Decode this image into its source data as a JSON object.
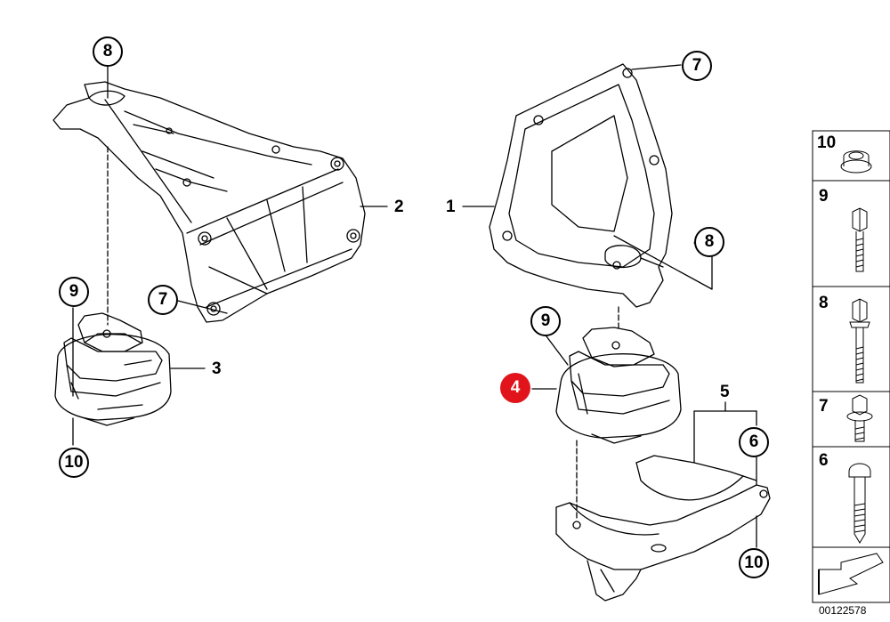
{
  "diagram": {
    "callouts": {
      "c8_left": "8",
      "c9_left": "9",
      "c10_left": "10",
      "c7_left": "7",
      "c3": "3",
      "c2": "2",
      "c1": "1",
      "c7_right": "7",
      "c8_right": "8",
      "c9_right": "9",
      "c4": "4",
      "c5": "5",
      "c6": "6",
      "c10_right": "10"
    },
    "highlight_color": "#e1141b"
  },
  "legend": {
    "items": [
      {
        "number": "10",
        "part": "nut-icon"
      },
      {
        "number": "9",
        "part": "hex-bolt-short-icon"
      },
      {
        "number": "8",
        "part": "hex-bolt-long-icon"
      },
      {
        "number": "7",
        "part": "flange-bolt-icon"
      },
      {
        "number": "6",
        "part": "round-head-bolt-icon"
      }
    ]
  },
  "doc_id": "00122578"
}
